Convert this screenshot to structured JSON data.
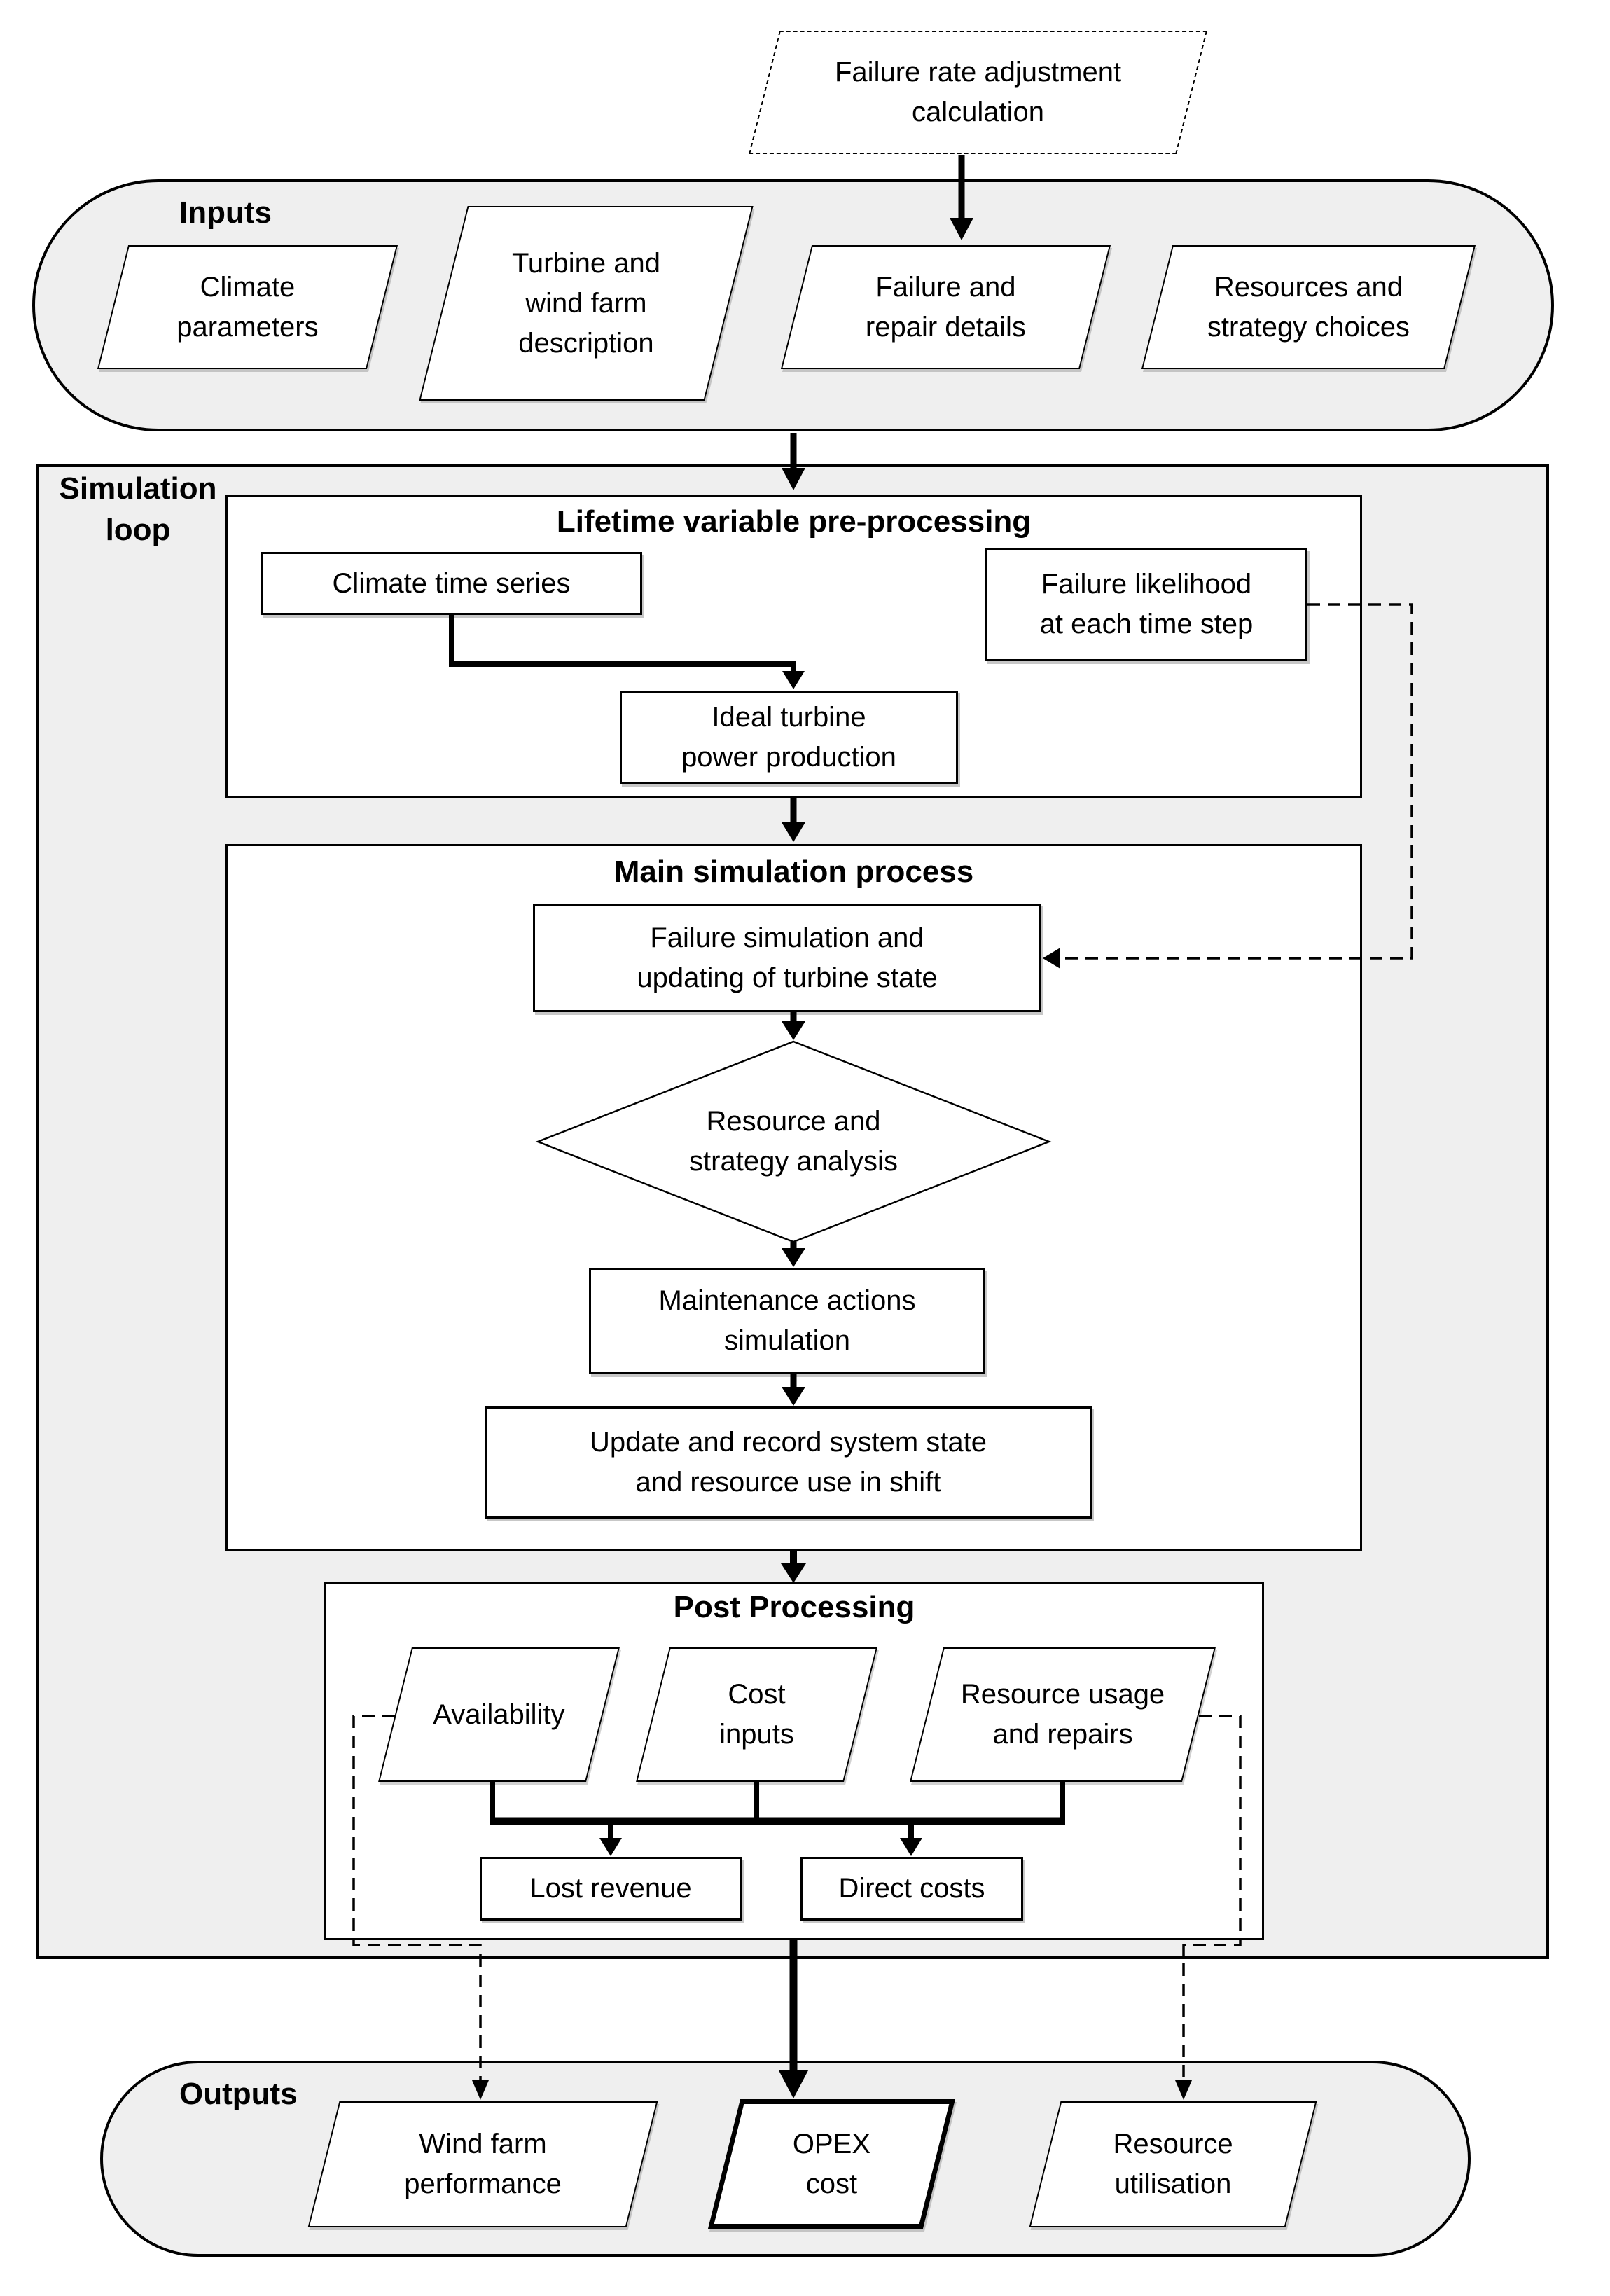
{
  "colors": {
    "container_fill": "#efefef",
    "box_fill": "#ffffff",
    "line": "#000000"
  },
  "pre_input": {
    "failure_rate_adjustment": "Failure rate adjustment\ncalculation"
  },
  "inputs": {
    "label": "Inputs",
    "items": [
      "Climate\nparameters",
      "Turbine and\nwind farm\ndescription",
      "Failure and\nrepair details",
      "Resources and\nstrategy choices"
    ]
  },
  "simulation_loop": {
    "label": "Simulation\nloop",
    "preprocessing": {
      "title": "Lifetime variable pre-processing",
      "climate_time_series": "Climate time series",
      "failure_likelihood": "Failure likelihood\nat each time step",
      "ideal_turbine": "Ideal turbine\npower production"
    },
    "main_process": {
      "title": "Main simulation process",
      "failure_simulation": "Failure simulation and\nupdating of turbine state",
      "decision": "Resource and\nstrategy analysis",
      "maintenance": "Maintenance actions\nsimulation",
      "update_record": "Update and record system state\nand resource use in shift"
    },
    "post_processing": {
      "title": "Post Processing",
      "availability": "Availability",
      "cost_inputs": "Cost\ninputs",
      "resource_usage": "Resource usage\nand repairs",
      "lost_revenue": "Lost revenue",
      "direct_costs": "Direct costs"
    }
  },
  "outputs": {
    "label": "Outputs",
    "wind_farm_performance": "Wind farm\nperformance",
    "opex_cost": "OPEX\ncost",
    "resource_utilisation": "Resource\nutilisation"
  }
}
